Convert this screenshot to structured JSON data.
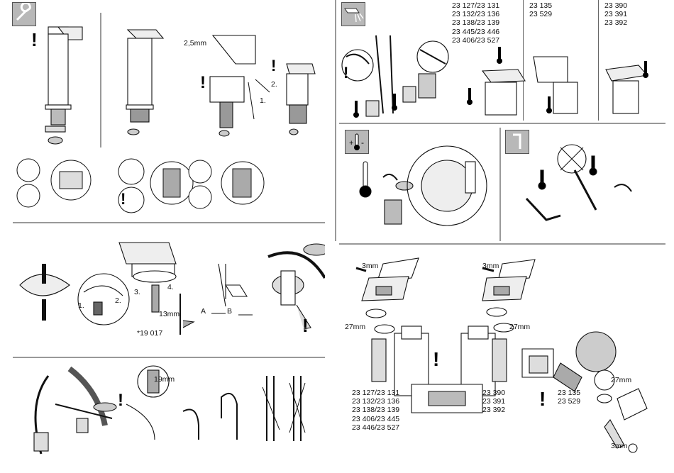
{
  "codes": {
    "top_right_col1": [
      "23 127/23 131",
      "23 132/23 136",
      "23 138/23 139",
      "23 445/23 446",
      "23 406/23 527"
    ],
    "top_right_col2": [
      "23 135",
      "23 529"
    ],
    "top_right_col3": [
      "23 390",
      "23 391",
      "23 392"
    ],
    "bottom_left_group": [
      "23 127/23 131",
      "23 132/23 136",
      "23 138/23 139",
      "23 406/23 445",
      "23 446/23 527"
    ],
    "bottom_mid_group": [
      "23 390",
      "23 391",
      "23 392"
    ],
    "bottom_right_group": [
      "23 135",
      "23 529"
    ]
  },
  "labels": {
    "hex_2_5": "2,5mm",
    "step_1a": "1.",
    "step_2a": "2.",
    "step_1b": "1.",
    "step_2b": "2.",
    "step_3": "3.",
    "step_4": "4.",
    "size_13": "13mm",
    "part_no": "*19 017",
    "variant_a": "A",
    "variant_b": "B",
    "size_19": "19mm",
    "size_3_left": "3mm",
    "size_3_mid": "3mm",
    "size_27_left": "27mm",
    "size_27_mid": "27mm",
    "size_27_right": "27mm",
    "size_3_right": "3mm"
  },
  "icons": [
    "wrench-icon",
    "spray-nozzle-icon",
    "temperature-adjust-icon",
    "allen-key-icon"
  ]
}
